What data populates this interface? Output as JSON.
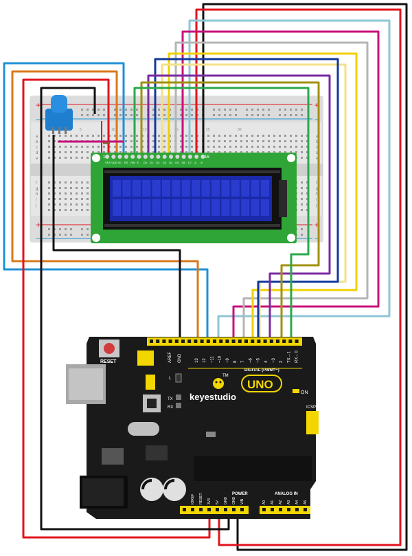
{
  "colors": {
    "wire_black": "#111111",
    "wire_red": "#e0141e",
    "wire_blue": "#1e90d6",
    "wire_orange": "#d9781a",
    "wire_green": "#2aa84a",
    "wire_yellow": "#f0d000",
    "wire_magenta": "#c8107a",
    "wire_gray": "#b4b4b4",
    "wire_cyan": "#8ec6d6",
    "wire_purple": "#7a2aa0",
    "wire_navy": "#12389a",
    "wire_lightyellow": "#f4e08a",
    "wire_olive": "#a09010",
    "wire_brown": "#8a5a1a",
    "breadboard": "#e6e6e6",
    "lcd_board": "#2fa538",
    "lcd_screen": "#1b2aa8",
    "uno_board": "#1a1a1a",
    "header_yellow": "#f2d600",
    "pot_blue": "#1e7fd0"
  },
  "breadboard": {
    "rail_plus": "+",
    "rail_minus": "−",
    "row_labels": [
      "a",
      "b",
      "c",
      "d",
      "e",
      "f",
      "g",
      "h",
      "i",
      "j"
    ],
    "col_numbers": [
      "1",
      "5",
      "10",
      "15",
      "20",
      "25",
      "30"
    ]
  },
  "lcd": {
    "pin_start": "1",
    "pin_end": "16",
    "pins": [
      "VSS",
      "VDD",
      "V0",
      "RS",
      "RW",
      "E",
      "D0",
      "D1",
      "D2",
      "D3",
      "D4",
      "D5",
      "D6",
      "D7",
      "A",
      "K"
    ]
  },
  "uno": {
    "reset_label": "RESET",
    "brand": "keyestudio",
    "model": "UNO",
    "tm": "TM",
    "aref": "AREF",
    "gnd": "GND",
    "digital_label": "DIGITAL (PWM=~)",
    "digital_pins": [
      "13",
      "12",
      "~11",
      "~10",
      "~9",
      "8",
      "7",
      "~6",
      "~5",
      "4",
      "~3",
      "2",
      "TX→1",
      "RX←0"
    ],
    "led_l": "L",
    "led_tx": "TX",
    "led_rx": "RX",
    "on_label": "ON",
    "icsp_label": "ICSP",
    "power_label": "POWER",
    "power_pins": [
      "IOREF",
      "RESET",
      "3V3",
      "5V",
      "GND",
      "GND",
      "VIN"
    ],
    "analog_label": "ANALOG IN",
    "analog_pins": [
      "A0",
      "A1",
      "A2",
      "A3",
      "A4",
      "A5"
    ]
  }
}
